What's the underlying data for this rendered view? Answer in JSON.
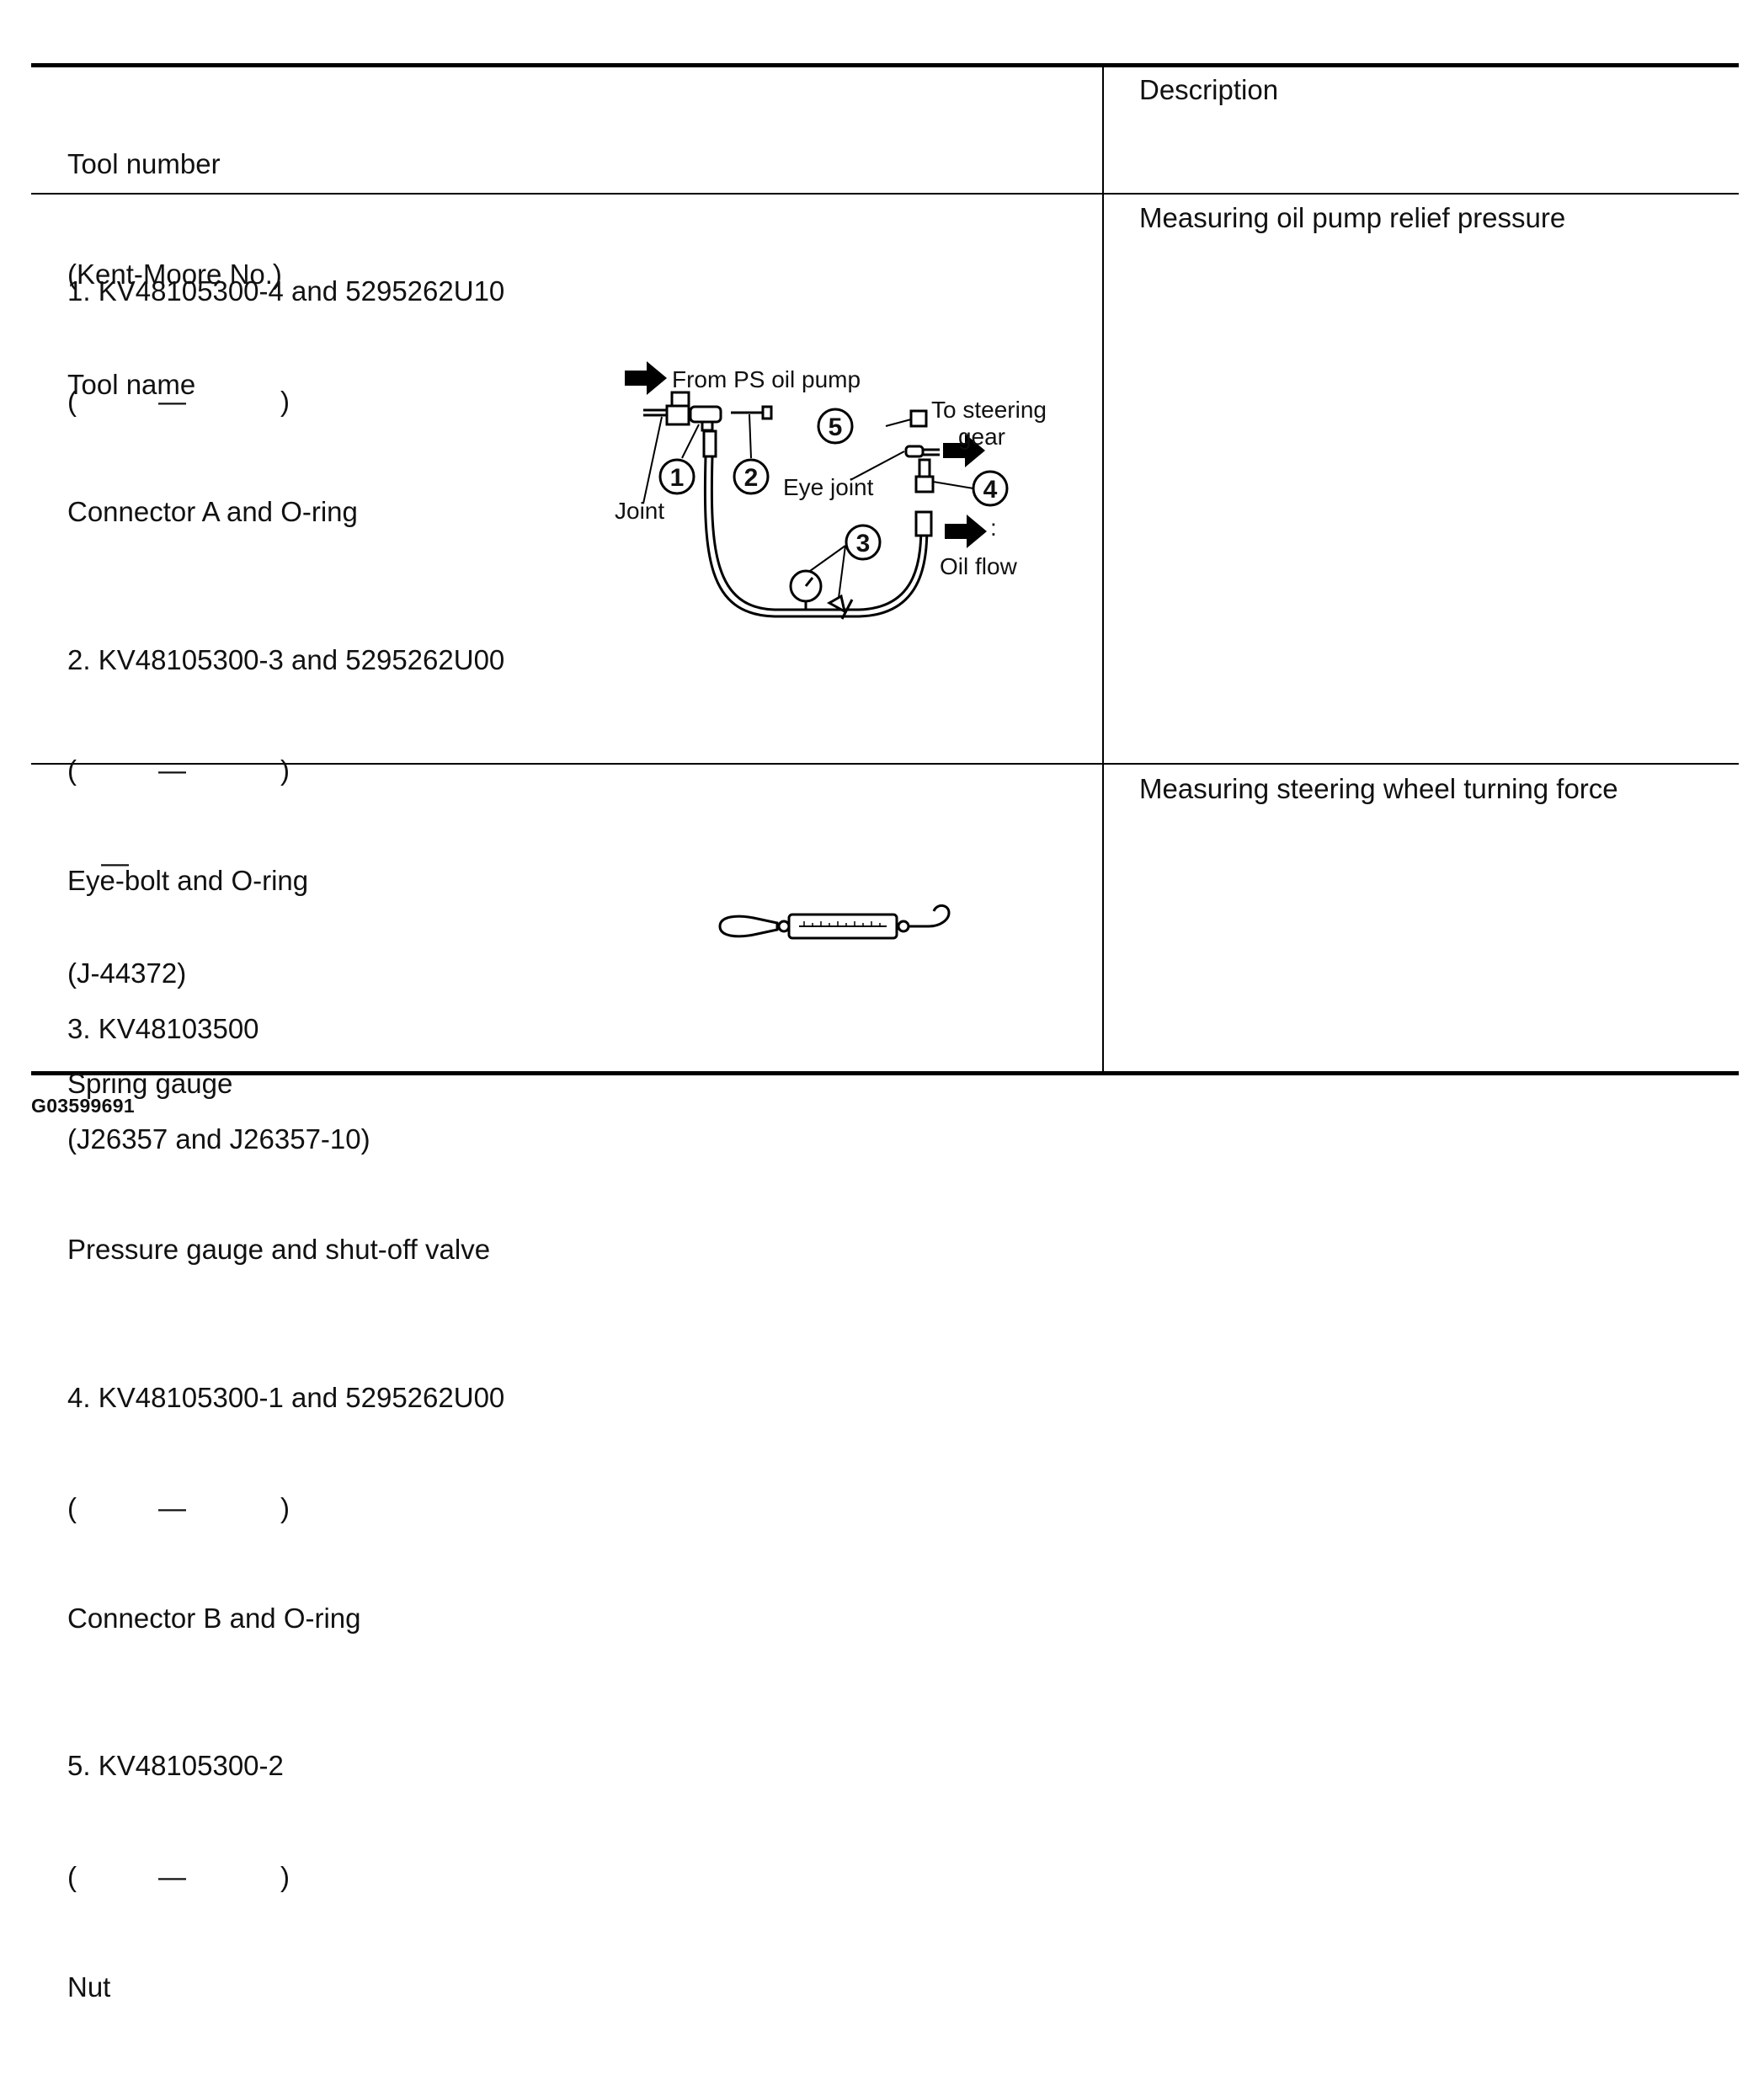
{
  "header": {
    "tool_col": [
      "Tool number",
      "(Kent-Moore No.)",
      "Tool name"
    ],
    "description": "Description"
  },
  "rows": [
    {
      "description": "Measuring oil pump relief pressure",
      "items": [
        {
          "number": "1. KV48105300-4 and 5295262U10",
          "kent_moore": "—",
          "name": "Connector A and O-ring"
        },
        {
          "number": "2. KV48105300-3 and 5295262U00",
          "kent_moore": "—",
          "name": "Eye-bolt and O-ring"
        },
        {
          "number": "3. KV48103500",
          "kent_moore_text": "(J26357 and J26357-10)",
          "name": "Pressure gauge and shut-off valve"
        },
        {
          "number": "4. KV48105300-1 and 5295262U00",
          "kent_moore": "—",
          "name": "Connector B and O-ring"
        },
        {
          "number": "5. KV48105300-2",
          "kent_moore": "—",
          "name": "Nut"
        }
      ],
      "diagram": {
        "from_pump": "From PS oil pump",
        "to_steering": "To steering",
        "gear": "gear",
        "joint": "Joint",
        "eye_joint": "Eye joint",
        "oil_flow_colon": ":",
        "oil_flow": "Oil flow",
        "callouts": [
          "1",
          "2",
          "3",
          "4",
          "5"
        ]
      }
    },
    {
      "description": "Measuring steering wheel turning force",
      "number": "—",
      "kent_moore_text": "(J-44372)",
      "name": "Spring gauge"
    }
  ],
  "footer": {
    "figure_id": "G03599691"
  }
}
